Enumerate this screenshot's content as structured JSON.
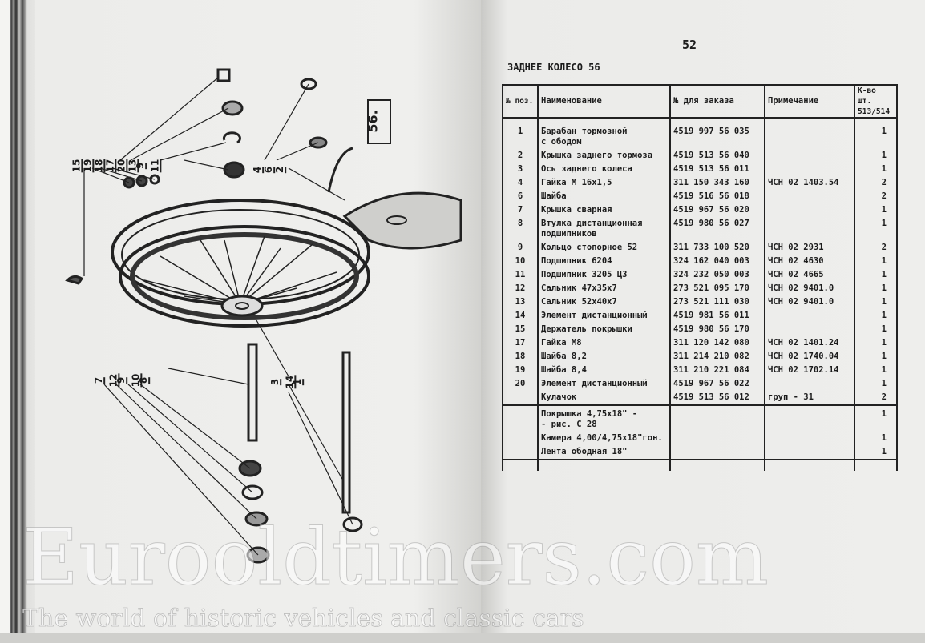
{
  "left_page": {
    "figure_label": "56.",
    "callouts_top_left": [
      "15",
      "19",
      "18",
      "17",
      "20",
      "13",
      "9",
      "11"
    ],
    "callouts_top_right": [
      "4",
      "6",
      "2"
    ],
    "callouts_bottom_left": [
      "7",
      "12",
      "9",
      "10",
      "8"
    ],
    "callouts_bottom_right": [
      "3",
      "14",
      "1"
    ]
  },
  "right_page": {
    "page_number": "52",
    "section_title": "ЗАДНЕЕ КОЛЕСО 56",
    "table": {
      "headers": {
        "pos": "№ поз.",
        "name": "Наименование",
        "order": "№ для заказа",
        "note": "Примечание",
        "qty": "К-во шт. 513/514"
      },
      "rows": [
        {
          "pos": "1",
          "name": "Барабан тормозной\nс ободом",
          "order": "4519 997 56 035",
          "note": "",
          "qty": "1"
        },
        {
          "pos": "2",
          "name": "Крышка заднего тормоза",
          "order": "4519 513 56 040",
          "note": "",
          "qty": "1"
        },
        {
          "pos": "3",
          "name": "Ось заднего колеса",
          "order": "4519 513 56 011",
          "note": "",
          "qty": "1"
        },
        {
          "pos": "4",
          "name": "Гайка М 16х1,5",
          "order": "311 150 343 160",
          "note": "ЧСН 02 1403.54",
          "qty": "2"
        },
        {
          "pos": "6",
          "name": "Шайба",
          "order": "4519 516 56 018",
          "note": "",
          "qty": "2"
        },
        {
          "pos": "7",
          "name": "Крышка сварная",
          "order": "4519 967 56 020",
          "note": "",
          "qty": "1"
        },
        {
          "pos": "8",
          "name": "Втулка дистанционная\nподшипников",
          "order": "4519 980 56 027",
          "note": "",
          "qty": "1"
        },
        {
          "pos": "9",
          "name": "Кольцо стопорное 52",
          "order": "311 733 100 520",
          "note": "ЧСН 02 2931",
          "qty": "2"
        },
        {
          "pos": "10",
          "name": "Подшипник 6204",
          "order": "324 162 040 003",
          "note": "ЧСН 02 4630",
          "qty": "1"
        },
        {
          "pos": "11",
          "name": "Подшипник 3205 ЦЗ",
          "order": "324 232 050 003",
          "note": "ЧСН 02 4665",
          "qty": "1"
        },
        {
          "pos": "12",
          "name": "Сальник 47х35х7",
          "order": "273 521 095 170",
          "note": "ЧСН 02 9401.0",
          "qty": "1"
        },
        {
          "pos": "13",
          "name": "Сальник 52х40х7",
          "order": "273 521 111 030",
          "note": "ЧСН 02 9401.0",
          "qty": "1"
        },
        {
          "pos": "14",
          "name": "Элемент дистанционный",
          "order": "4519 981 56 011",
          "note": "",
          "qty": "1"
        },
        {
          "pos": "15",
          "name": "Держатель покрышки",
          "order": "4519 980 56 170",
          "note": "",
          "qty": "1"
        },
        {
          "pos": "17",
          "name": "Гайка М8",
          "order": "311 120 142 080",
          "note": "ЧСН 02 1401.24",
          "qty": "1"
        },
        {
          "pos": "18",
          "name": "Шайба 8,2",
          "order": "311 214 210 082",
          "note": "ЧСН 02 1740.04",
          "qty": "1"
        },
        {
          "pos": "19",
          "name": "Шайба 8,4",
          "order": "311 210 221 084",
          "note": "ЧСН 02 1702.14",
          "qty": "1"
        },
        {
          "pos": "20",
          "name": "Элемент дистанционный",
          "order": "4519 967 56 022",
          "note": "",
          "qty": "1"
        },
        {
          "pos": "",
          "name": "Кулачок",
          "order": "4519 513 56 012",
          "note": "груп - 31",
          "qty": "2"
        }
      ],
      "extra_rows": [
        {
          "name": "Покрышка 4,75х18\" -\n- рис. С 28",
          "qty": "1"
        },
        {
          "name": "Камера 4,00/4,75х18\"гон.",
          "qty": "1"
        },
        {
          "name": "Лента ободная 18\"",
          "qty": "1"
        }
      ]
    }
  },
  "watermark": {
    "logo": "Eurooldtimers.com",
    "tagline": "The world of historic vehicles and classic cars"
  }
}
